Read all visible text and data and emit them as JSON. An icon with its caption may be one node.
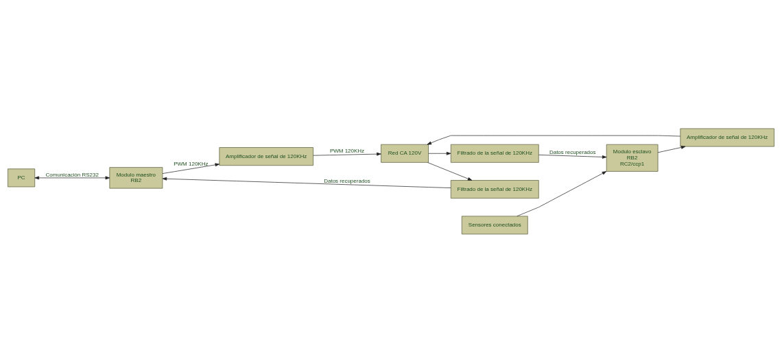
{
  "diagram": {
    "nodes": [
      {
        "text": [
          "PC"
        ]
      },
      {
        "text": [
          "Modulo maestro",
          "RB2"
        ]
      },
      {
        "text": [
          "Amplificador de señal de 120KHz"
        ]
      },
      {
        "text": [
          "Red CA 120V"
        ]
      },
      {
        "text": [
          "Filtrado de la señal de 120KHz"
        ]
      },
      {
        "text": [
          "Sensores conectados"
        ]
      },
      {
        "text": [
          "Modulo esclavo",
          "RB2",
          "RC2/ccp1"
        ]
      },
      {
        "text": [
          "Filtrado de la señal de 120KHz"
        ]
      },
      {
        "text": [
          "Amplificador de señal de 120KHz"
        ]
      }
    ],
    "edges": [
      {
        "from": 0,
        "to": 1,
        "arrow": "both",
        "label": "Comunicación RS232"
      },
      {
        "from": 1,
        "to": 2,
        "arrow": "to",
        "label": "PWM 120KHz"
      },
      {
        "from": 2,
        "to": 3,
        "arrow": "to",
        "label": "PWM 120KHz"
      },
      {
        "from": 3,
        "to": 4,
        "arrow": "to"
      },
      {
        "from": 4,
        "to": 1,
        "arrow": "to",
        "label": "Datos recuperados"
      },
      {
        "from": 3,
        "to": 7,
        "arrow": "to"
      },
      {
        "from": 7,
        "to": 6,
        "arrow": "to",
        "label": "Datos recuperados"
      },
      {
        "from": 5,
        "to": 6,
        "arrow": "to"
      },
      {
        "from": 6,
        "to": 8,
        "arrow": "to"
      },
      {
        "from": 8,
        "to": 3,
        "arrow": "to"
      }
    ]
  }
}
